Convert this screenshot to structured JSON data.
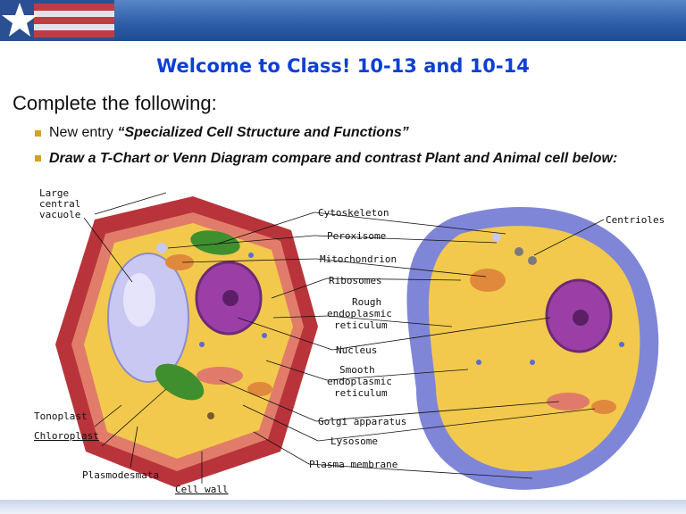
{
  "slide": {
    "title": "Welcome to Class! 10-13 and 10-14",
    "subtitle": "Complete the following:",
    "bullet_1_prefix": "New entry ",
    "bullet_1_emphasis": "“Specialized Cell Structure and Functions”",
    "bullet_2": "Draw a T-Chart or Venn Diagram compare and contrast Plant and Animal cell below:"
  },
  "figure": {
    "plant_labels": {
      "large_central_vacuole": [
        "Large",
        "central",
        "vacuole"
      ],
      "tonoplast": "Tonoplast",
      "chloroplast": "Chloroplast",
      "plasmodesmata": "Plasmodesmata",
      "cell_wall": "Cell wall"
    },
    "center_labels": {
      "cytoskeleton": "Cytoskeleton",
      "peroxisome": "Peroxisome",
      "mitochondrion": "Mitochondrion",
      "ribosomes": "Ribosomes",
      "rough_er": [
        "Rough",
        "endoplasmic",
        "reticulum"
      ],
      "nucleus": "Nucleus",
      "smooth_er": [
        "Smooth",
        "endoplasmic",
        "reticulum"
      ],
      "golgi": "Golgi apparatus",
      "lysosome": "Lysosome",
      "plasma_membrane": "Plasma membrane"
    },
    "animal_labels": {
      "centrioles": "Centrioles"
    }
  },
  "colors": {
    "title_blue": "#0d3fd6",
    "bullet_gold": "#d4a21e",
    "header_blue": "#2e5fa8",
    "cell_wall_red": "#b8343a",
    "cytoplasm_yellow": "#f2c94c",
    "nucleus_purple": "#9b3fa6",
    "animal_membrane_blue": "#7f86d8",
    "chloroplast_green": "#3f8f2f",
    "vacuole_lavender": "#c9c8f2"
  }
}
